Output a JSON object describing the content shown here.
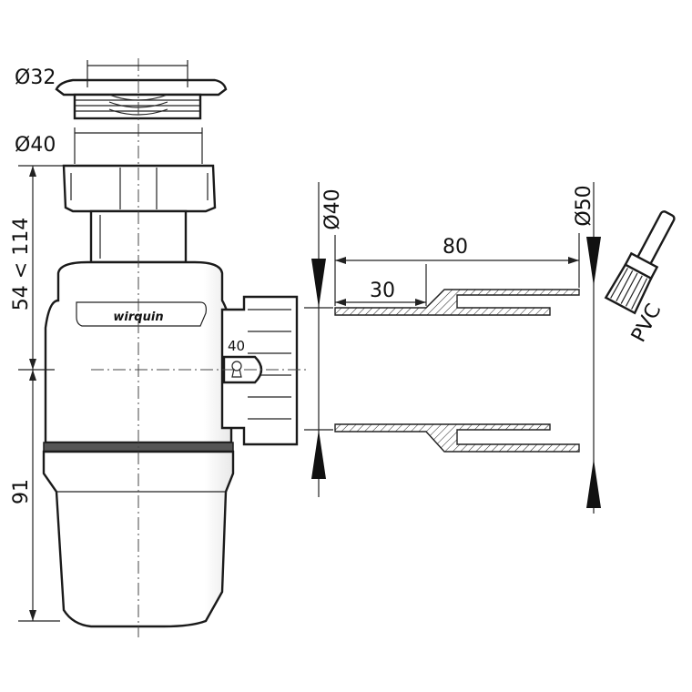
{
  "labels": {
    "d32": "Ø32",
    "d40_top": "Ø40",
    "height_range": "54 < 114",
    "height_low": "91",
    "d40_pipe": "Ø40",
    "d50_pipe": "Ø50",
    "len80": "80",
    "len30": "30",
    "brand": "wirquin",
    "port": "40",
    "material": "PVC"
  },
  "colors": {
    "line": "#1a1a1a",
    "fill": "#ffffff"
  }
}
